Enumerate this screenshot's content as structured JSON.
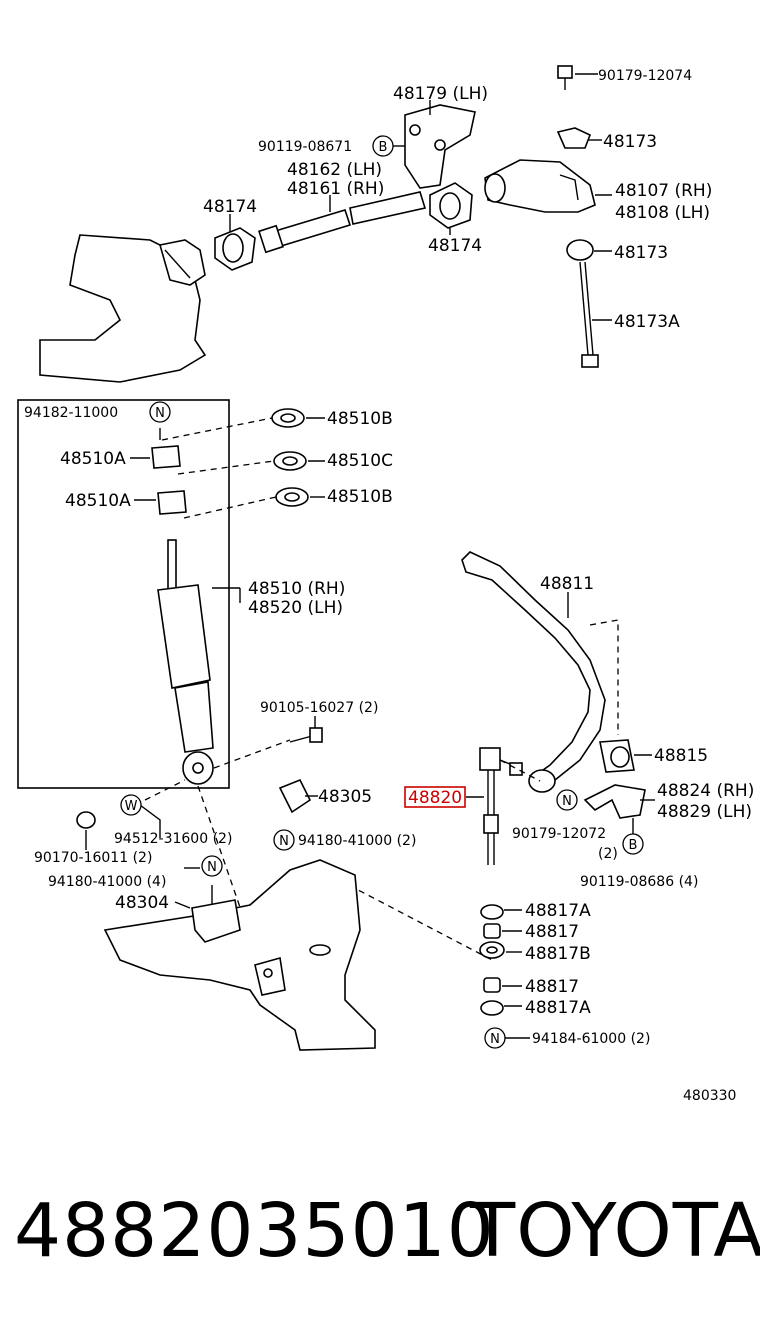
{
  "diagram": {
    "ref_code": "480330",
    "highlighted_part": "48820",
    "labels": {
      "p9017912074": "90179-12074",
      "p48179": "48179 (LH)",
      "p48173_top": "48173",
      "p90119_08671": "90119-08671",
      "p48162": "48162 (LH)",
      "p48161": "48161 (RH)",
      "p48107": "48107 (RH)",
      "p48108": "48108 (LH)",
      "p48174_left": "48174",
      "p48174_right": "48174",
      "p48173_mid": "48173",
      "p48173A": "48173A",
      "p94182": "94182-11000",
      "p48510B_1": "48510B",
      "p48510A_1": "48510A",
      "p48510C": "48510C",
      "p48510A_2": "48510A",
      "p48510B_2": "48510B",
      "p48510": "48510 (RH)",
      "p48520": "48520 (LH)",
      "p48811": "48811",
      "p90105": "90105-16027 (2)",
      "p48815": "48815",
      "p48305": "48305",
      "p48824": "48824 (RH)",
      "p48829": "48829 (LH)",
      "p90179_12072": "90179-12072",
      "p90179_12072_qty": "(2)",
      "p94512": "94512-31600 (2)",
      "p94180_a": "94180-41000 (2)",
      "p90170": "90170-16011 (2)",
      "p94180_b": "94180-41000 (4)",
      "p90119_08686": "90119-08686 (4)",
      "p48304": "48304",
      "p48817A_1": "48817A",
      "p48817_1": "48817",
      "p48817B": "48817B",
      "p48817_2": "48817",
      "p48817A_2": "48817A",
      "p94184": "94184-61000 (2)"
    },
    "markers": {
      "N": "N",
      "B": "B",
      "W": "W"
    }
  },
  "caption": {
    "part_number": "4882035010",
    "brand": "TOYOTA"
  }
}
